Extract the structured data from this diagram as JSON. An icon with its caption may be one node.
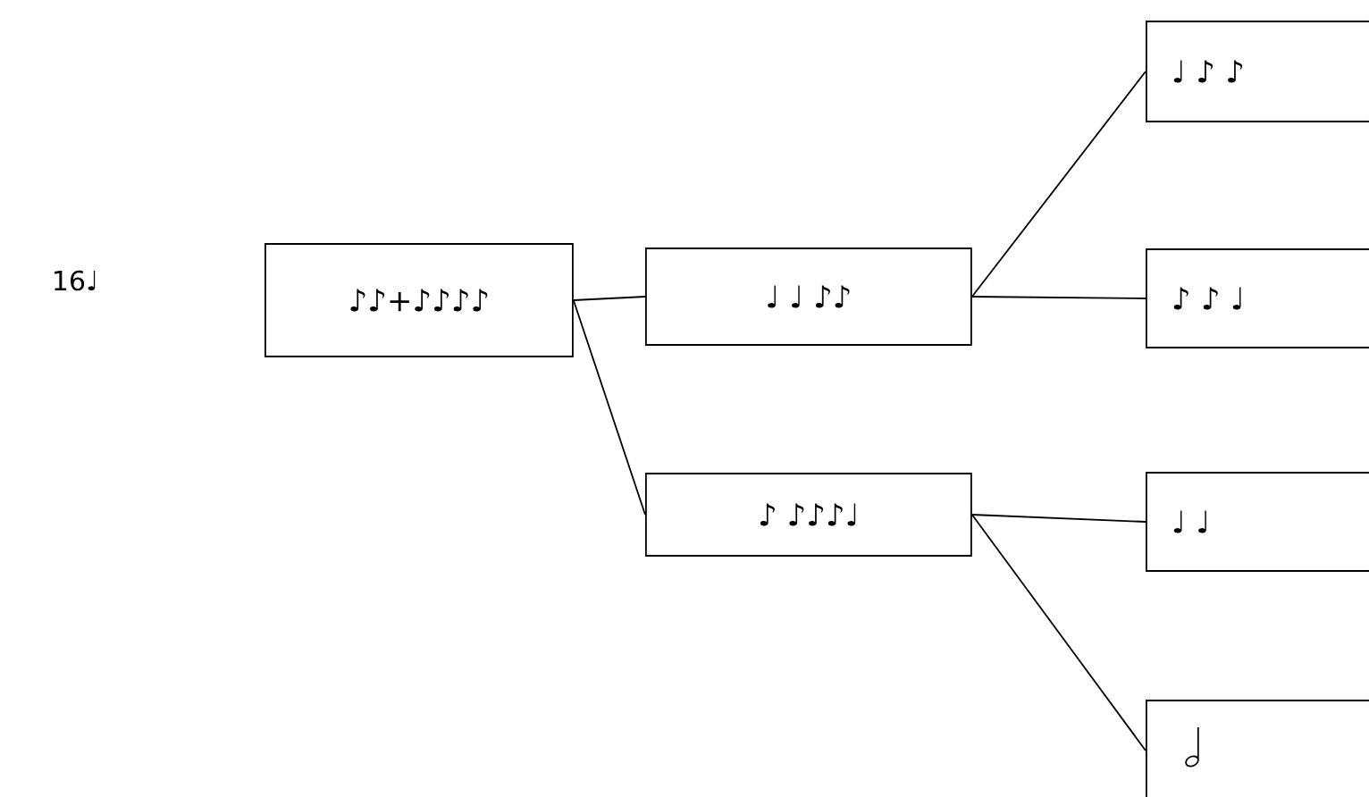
{
  "diagram": {
    "nodes": [
      {
        "text": [
          "♪♪+♪♪♪♪"
        ]
      },
      {
        "text": [
          "♩ ♩ ♪♪"
        ]
      },
      {
        "text": [
          "♪ ♪♪♪♩"
        ]
      },
      {
        "text": [
          "♩ ♪ ♪"
        ]
      },
      {
        "text": [
          "♪ ♪ ♩"
        ]
      },
      {
        "text": [
          "♩ ♩"
        ]
      },
      {
        "text": [],
        "shape": "box"
      }
    ],
    "edges": [
      {
        "from": 0,
        "to": 1,
        "arrow": "none"
      },
      {
        "from": 0,
        "to": 2,
        "arrow": "none"
      },
      {
        "from": 1,
        "to": 3,
        "arrow": "none"
      },
      {
        "from": 1,
        "to": 4,
        "arrow": "none"
      },
      {
        "from": 2,
        "to": 5,
        "arrow": "none"
      },
      {
        "from": 2,
        "to": 6,
        "arrow": "none"
      }
    ],
    "labels": [
      "16♩"
    ]
  }
}
